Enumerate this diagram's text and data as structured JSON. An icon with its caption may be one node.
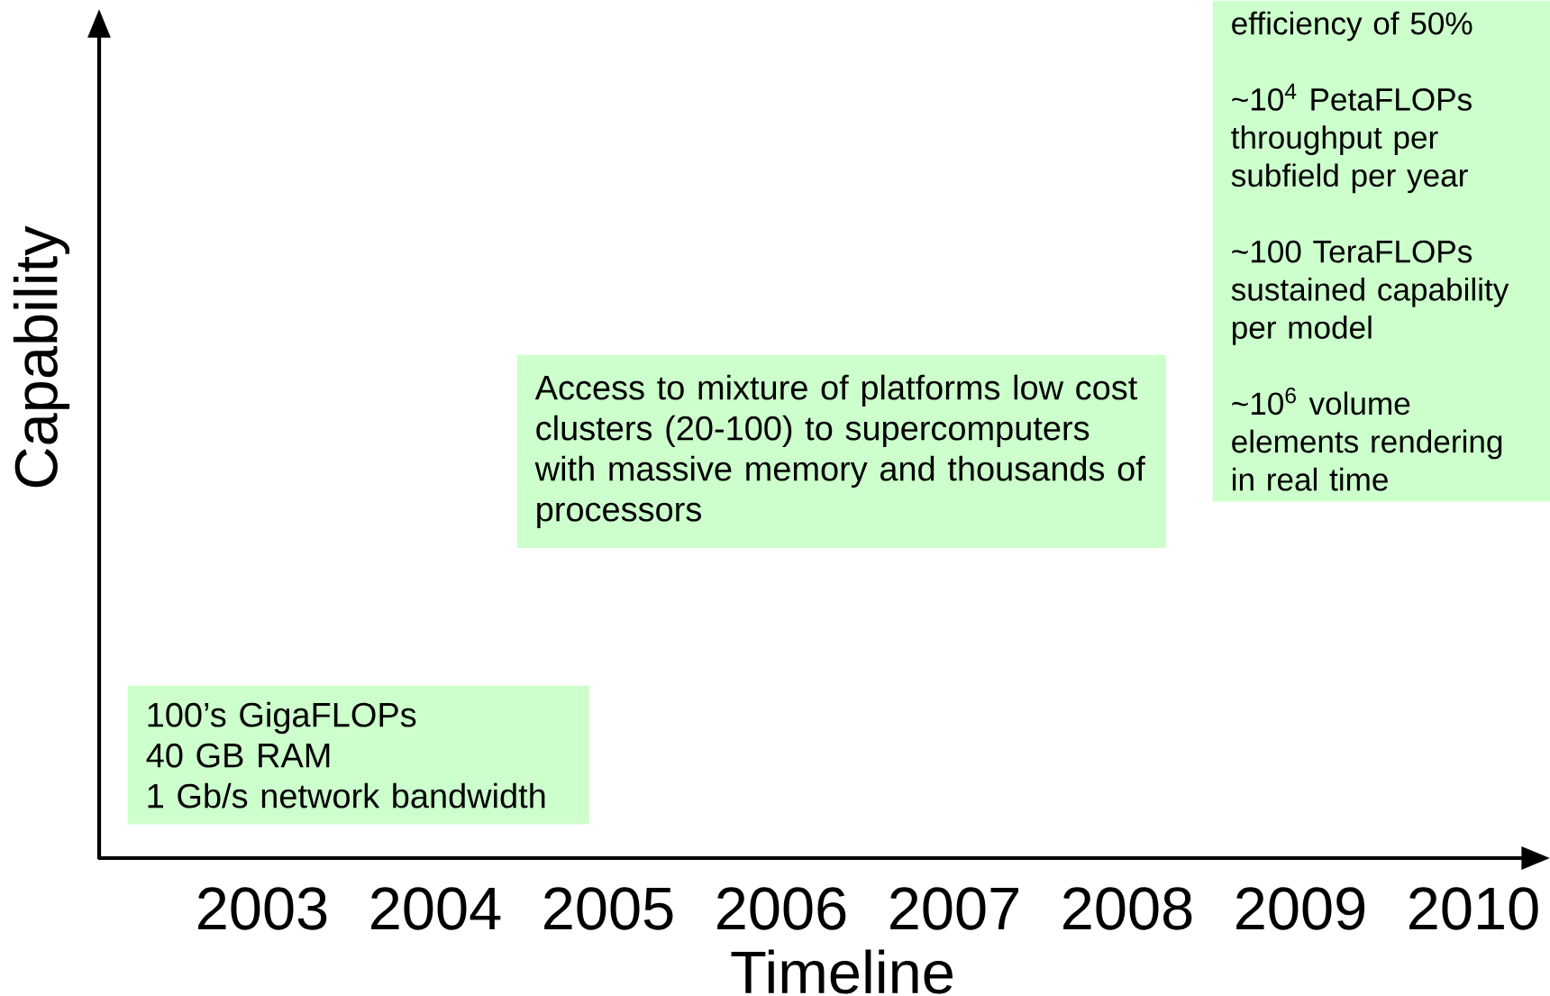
{
  "diagram": {
    "nodes": [
      {
        "text": [
          "100’s GigaFLOPs",
          "40 GB RAM",
          "1 Gb/s network bandwidth"
        ]
      },
      {
        "text": [
          "Access to mixture of platforms low cost clusters (20-100) to supercomputers with massive memory and thousands of processors"
        ]
      },
      {
        "text": [
          "efficiency of 50%",
          "~10$^{4}$ PetaFLOPs throughput per subfield per year",
          "~100 TeraFLOPs sustained capability per model",
          "~10$^{6}$ volume elements rendering in real time"
        ]
      }
    ],
    "edges": [],
    "labels": [
      "Capability",
      "2003",
      "2004",
      "2005",
      "2006",
      "2007",
      "2008",
      "2009",
      "2010",
      "Timeline"
    ]
  }
}
